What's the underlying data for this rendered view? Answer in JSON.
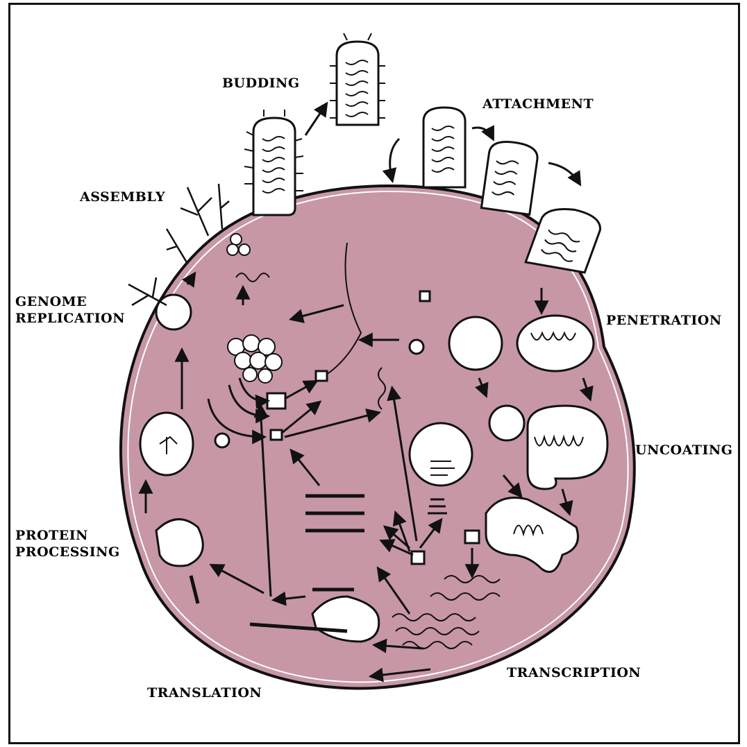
{
  "labels": {
    "budding": "BUDDING",
    "attachment": "ATTACHMENT",
    "assembly": "ASSEMBLY",
    "genome_replication_line1": "GENOME",
    "genome_replication_line2": "REPLICATION",
    "penetration": "PENETRATION",
    "uncoating": "UNCOATING",
    "protein_processing_line1": "PROTEIN",
    "protein_processing_line2": "PROCESSING",
    "transcription": "TRANSCRIPTION",
    "translation": "TRANSLATION"
  },
  "colors": {
    "cytoplasm": "#c797a6",
    "outline": "#111111",
    "vesicle_fill": "#ffffff",
    "background": "#ffffff"
  }
}
